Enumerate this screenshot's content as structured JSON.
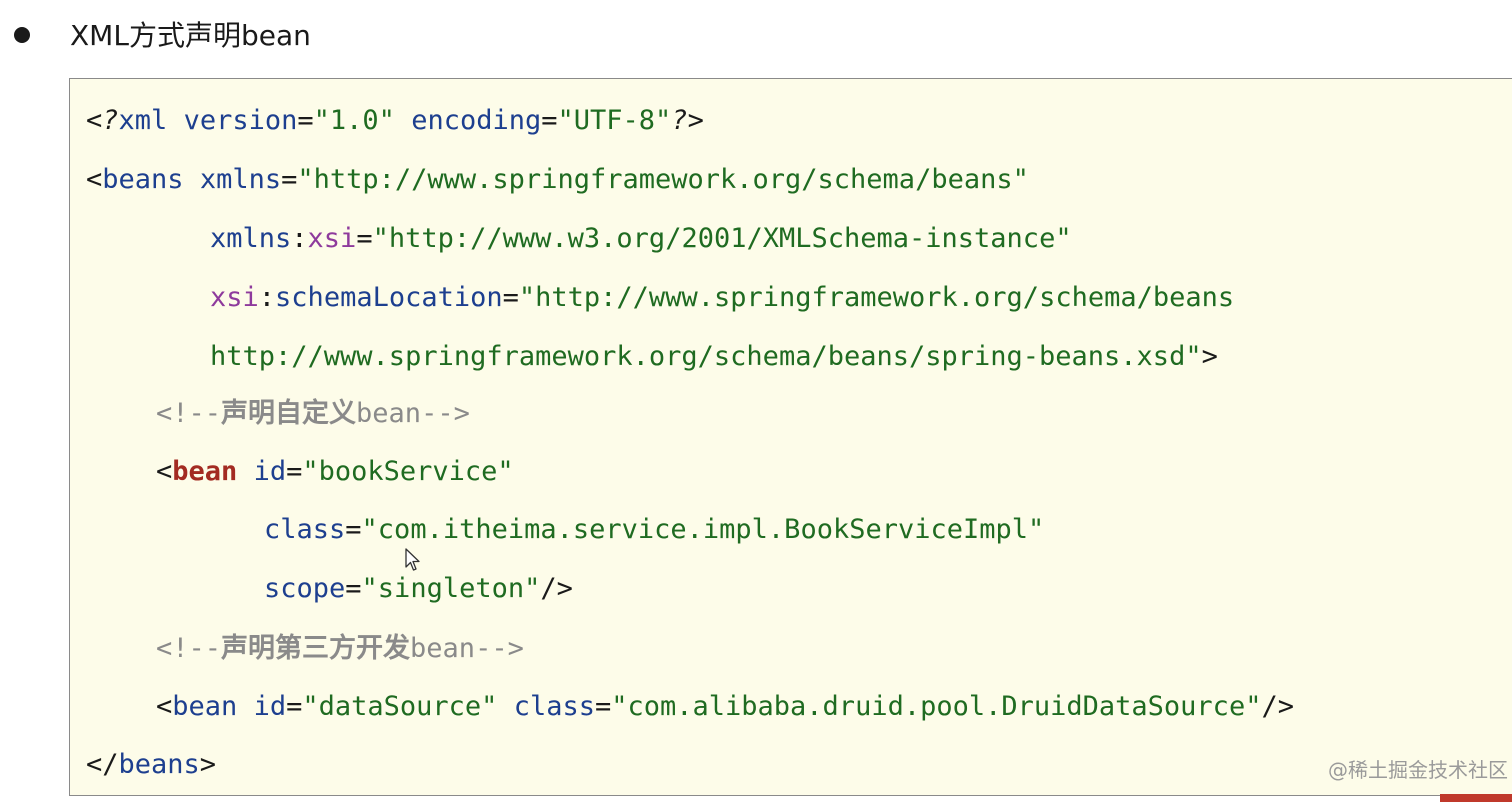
{
  "heading": {
    "title": "XML方式声明bean"
  },
  "code": {
    "line1": {
      "open": "<",
      "q1": "?",
      "name": "xml",
      "sp1": " ",
      "a1": "version",
      "eq1": "=",
      "v1": "\"1.0\"",
      "sp2": " ",
      "a2": "encoding",
      "eq2": "=",
      "v2": "\"UTF-8\"",
      "q2": "?",
      "close": ">"
    },
    "line2": {
      "open": "<",
      "name": "beans",
      "sp": " ",
      "a1": "xmlns",
      "eq": "=",
      "v1": "\"http://www.springframework.org/schema/beans\""
    },
    "line3": {
      "a1": "xmlns",
      "colon": ":",
      "ns": "xsi",
      "eq": "=",
      "v1": "\"http://www.w3.org/2001/XMLSchema-instance\""
    },
    "line4": {
      "ns": "xsi",
      "colon": ":",
      "a1": "schemaLocation",
      "eq": "=",
      "v1": "\"http://www.springframework.org/schema/beans"
    },
    "line5": {
      "v1": "http://www.springframework.org/schema/beans/spring-beans.xsd\"",
      "close": ">"
    },
    "line6": {
      "open": "<!--",
      "text": "声明自定义",
      "word": "bean",
      "close": "-->"
    },
    "line7": {
      "open": "<",
      "name": "bean",
      "sp": " ",
      "a1": "id",
      "eq": "=",
      "v1": "\"bookService\""
    },
    "line8": {
      "a1": "class",
      "eq": "=",
      "v1": "\"com.itheima.service.impl.BookServiceImpl\""
    },
    "line9": {
      "a1": "scope",
      "eq": "=",
      "v1": "\"singleton\"",
      "close": "/>"
    },
    "line10": {
      "open": "<!--",
      "text": "声明第三方开发",
      "word": "bean",
      "close": "-->"
    },
    "line11": {
      "open": "<",
      "name": "bean",
      "sp1": " ",
      "a1": "id",
      "eq1": "=",
      "v1": "\"dataSource\"",
      "sp2": " ",
      "a2": "class",
      "eq2": "=",
      "v2": "\"com.alibaba.druid.pool.DruidDataSource\"",
      "close": "/>"
    },
    "line12": {
      "open": "</",
      "name": "beans",
      "close": ">"
    }
  },
  "watermark": {
    "text": "@稀土掘金技术社区"
  },
  "icons": {
    "bullet": "bullet-dot-icon",
    "cursor": "mouse-pointer-icon"
  },
  "colors": {
    "code_background": "#fdfce9",
    "tag": "#1d3f8f",
    "namespace": "#8e3a9c",
    "string": "#1f6b21",
    "comment": "#8a8a8a",
    "bean_keyword": "#a32b22"
  }
}
